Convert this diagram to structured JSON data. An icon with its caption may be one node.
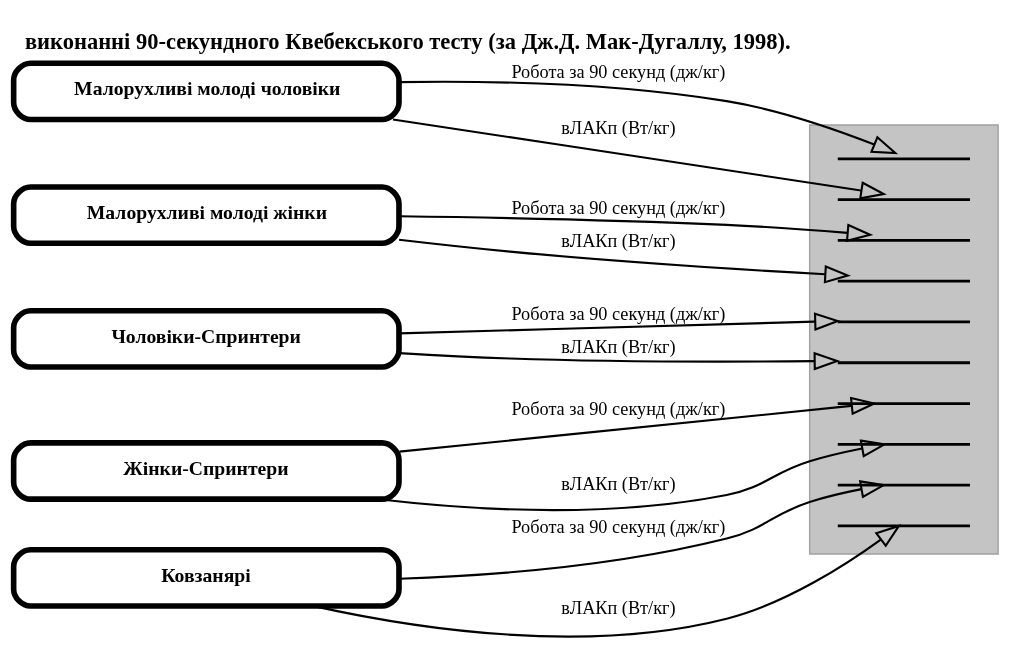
{
  "diagram": {
    "title": "виконанні 90-секундного Квебекського тесту (за Дж.Д. Мак-Дугаллу, 1998).",
    "nodes": [
      {
        "text": [
          "Малорухливі молоді чоловіки"
        ]
      },
      {
        "text": [
          "Малорухливі молоді жінки"
        ]
      },
      {
        "text": [
          "Чоловіки-Спринтери"
        ]
      },
      {
        "text": [
          "Жінки-Спринтери"
        ]
      },
      {
        "text": [
          "Ковзанярі"
        ]
      },
      {
        "text": [],
        "shape": "box"
      },
      {
        "text": [],
        "shape": "line",
        "in": 5
      },
      {
        "text": [],
        "shape": "line",
        "in": 5
      },
      {
        "text": [],
        "shape": "line",
        "in": 5
      },
      {
        "text": [],
        "shape": "line",
        "in": 5
      },
      {
        "text": [],
        "shape": "line",
        "in": 5
      },
      {
        "text": [],
        "shape": "line",
        "in": 5
      },
      {
        "text": [],
        "shape": "line",
        "in": 5
      },
      {
        "text": [],
        "shape": "line",
        "in": 5
      },
      {
        "text": [],
        "shape": "line",
        "in": 5
      },
      {
        "text": [],
        "shape": "line",
        "in": 5
      }
    ],
    "edges": [
      {
        "from": 0,
        "to": 6,
        "arrow": "to",
        "label": "Робота за 90 секунд (дж/кг)"
      },
      {
        "from": 0,
        "to": 7,
        "arrow": "to",
        "label": "вЛАКп (Вт/кг)"
      },
      {
        "from": 1,
        "to": 8,
        "arrow": "to",
        "label": "Робота за 90 секунд (дж/кг)"
      },
      {
        "from": 1,
        "to": 9,
        "arrow": "to",
        "label": "вЛАКп (Вт/кг)"
      },
      {
        "from": 2,
        "to": 10,
        "arrow": "to",
        "label": "Робота за 90 секунд (дж/кг)"
      },
      {
        "from": 2,
        "to": 11,
        "arrow": "to",
        "label": "вЛАКп (Вт/кг)"
      },
      {
        "from": 3,
        "to": 12,
        "arrow": "to",
        "label": "Робота за 90 секунд (дж/кг)"
      },
      {
        "from": 3,
        "to": 13,
        "arrow": "to",
        "label": "вЛАКп (Вт/кг)"
      },
      {
        "from": 4,
        "to": 14,
        "arrow": "to",
        "label": "Робота за 90 секунд (дж/кг)"
      },
      {
        "from": 4,
        "to": 15,
        "arrow": "to",
        "label": "вЛАКп (Вт/кг)"
      }
    ]
  }
}
